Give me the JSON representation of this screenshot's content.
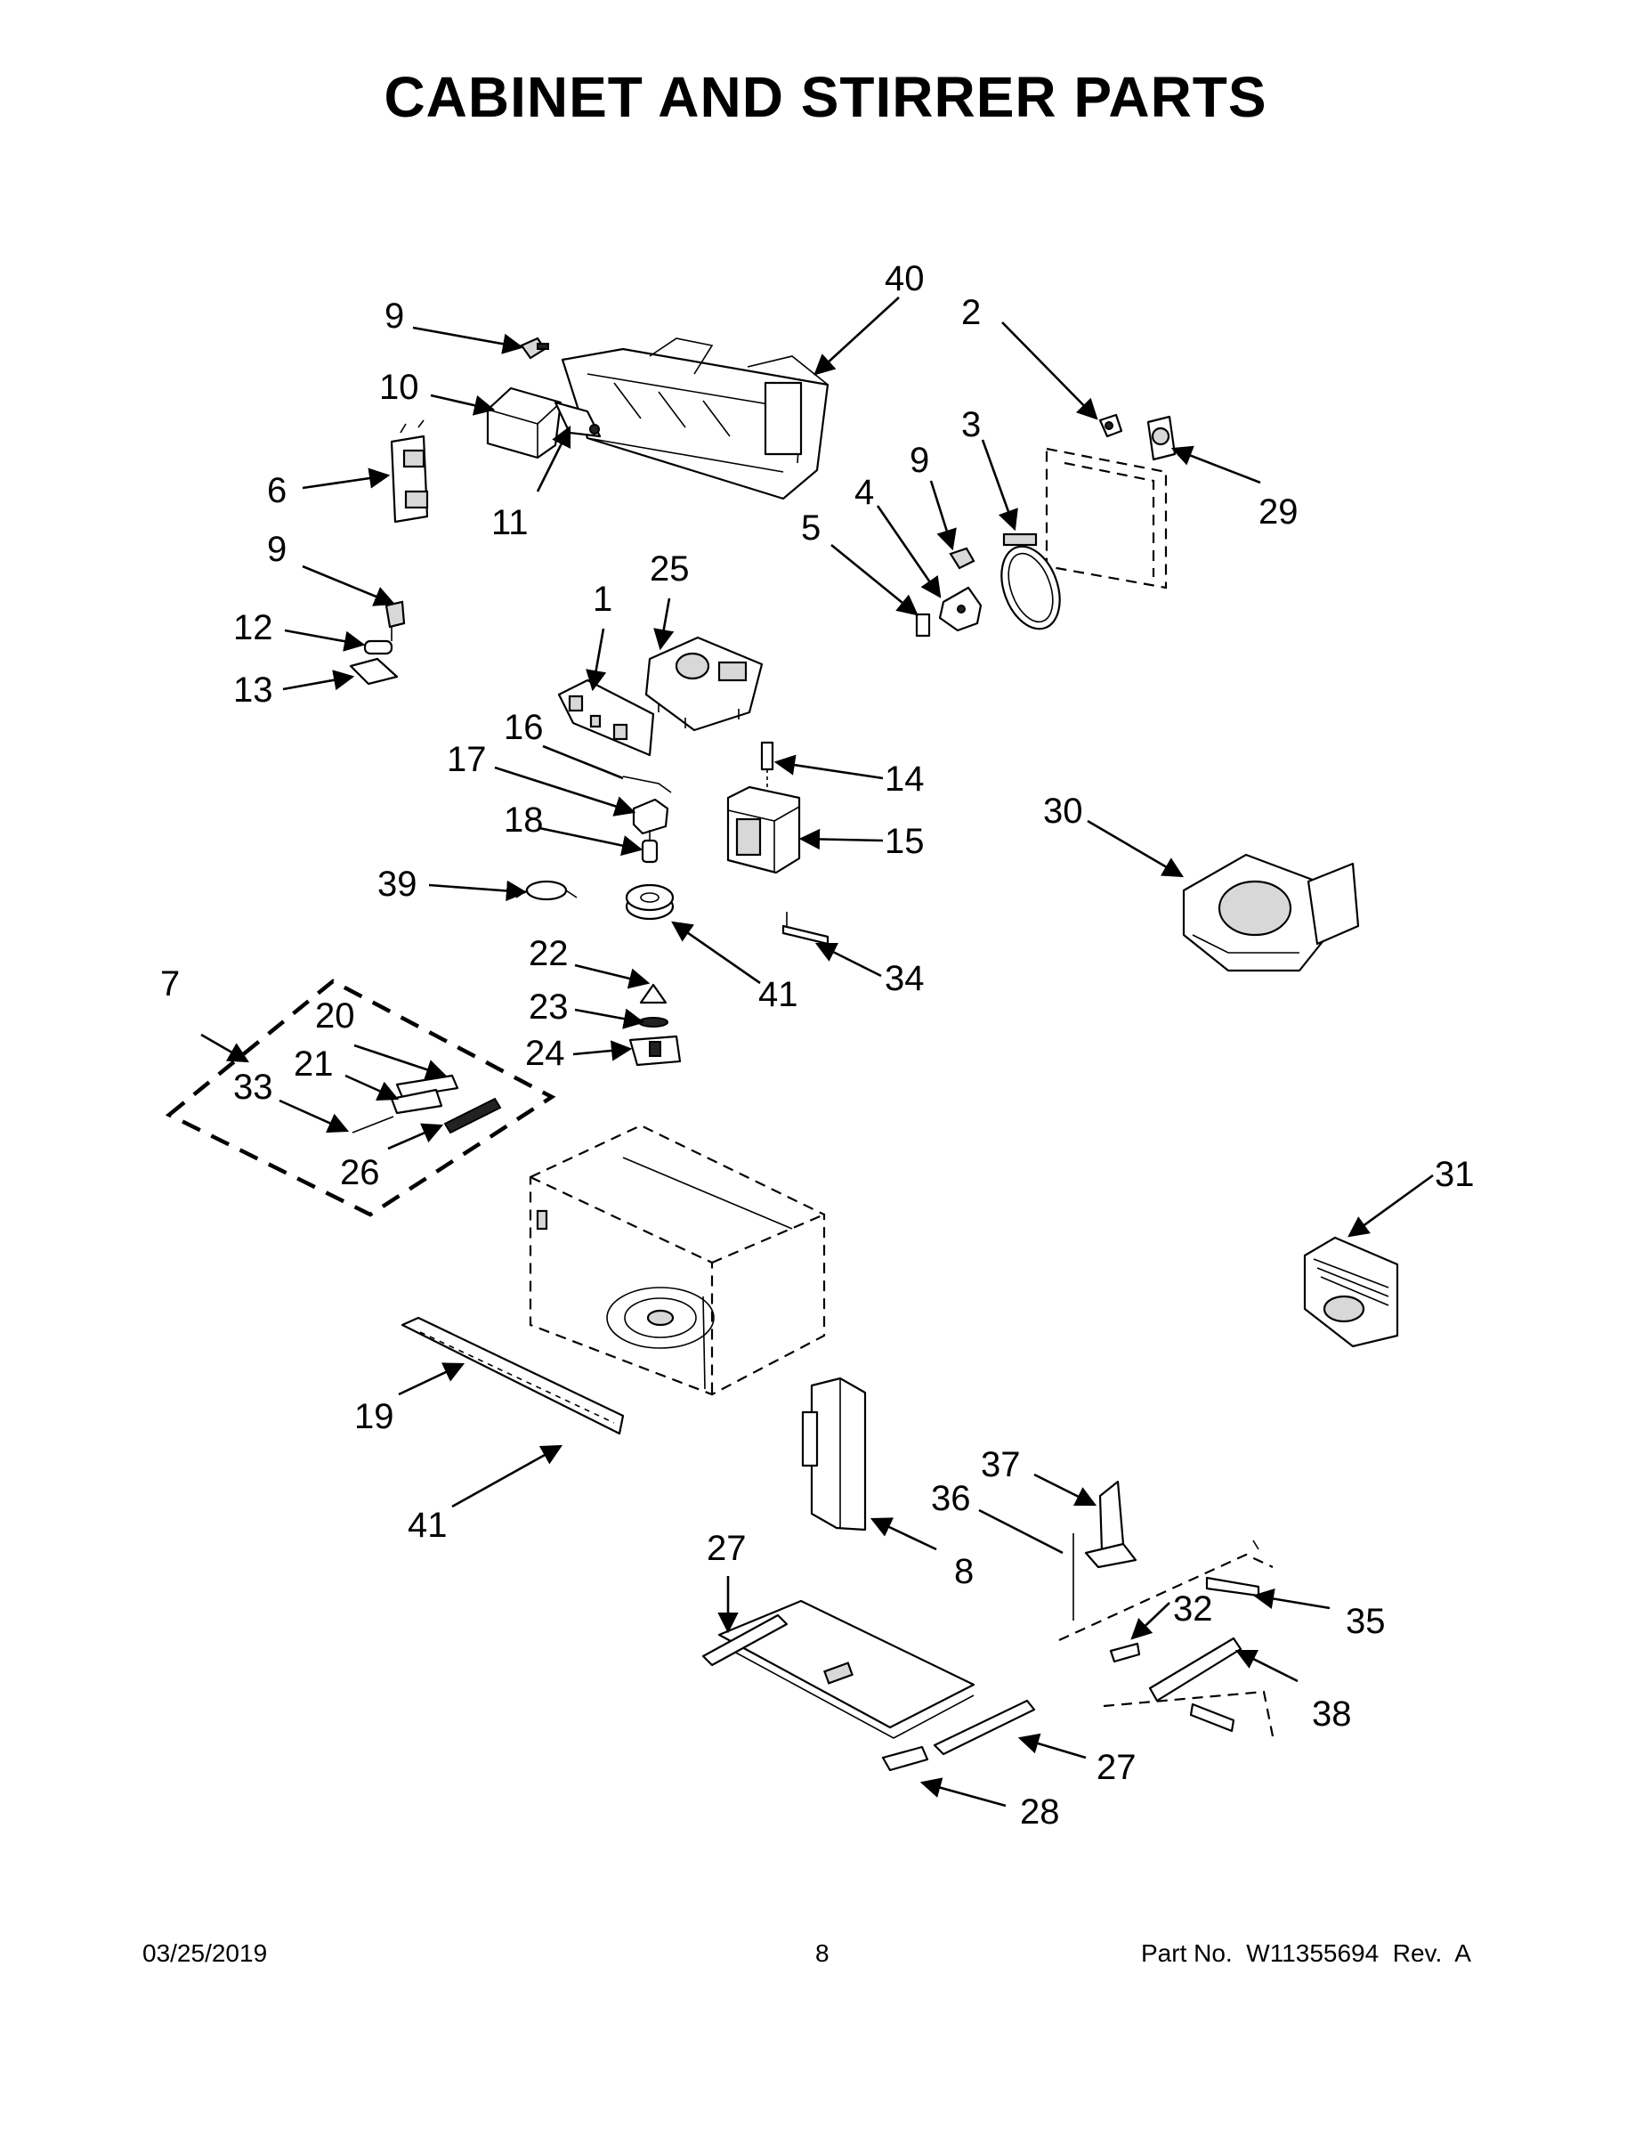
{
  "title": "CABINET AND STIRRER PARTS",
  "callouts": {
    "p40": "40",
    "p9a": "9",
    "p10": "10",
    "p11": "11",
    "p6": "6",
    "p2": "2",
    "p3": "3",
    "p29": "29",
    "p9b": "9",
    "p4": "4",
    "p5": "5",
    "p9c": "9",
    "p12": "12",
    "p13": "13",
    "p1": "1",
    "p25": "25",
    "p16": "16",
    "p17": "17",
    "p18": "18",
    "p14": "14",
    "p15": "15",
    "p30": "30",
    "p39": "39",
    "p41a": "41",
    "p34": "34",
    "p7": "7",
    "p22": "22",
    "p23": "23",
    "p24": "24",
    "p20": "20",
    "p21": "21",
    "p33": "33",
    "p26": "26",
    "p31": "31",
    "p19": "19",
    "p41b": "41",
    "p37": "37",
    "p36": "36",
    "p27a": "27",
    "p8": "8",
    "p32": "32",
    "p35": "35",
    "p38": "38",
    "p27b": "27",
    "p28": "28"
  },
  "footer": {
    "date": "03/25/2019",
    "page": "8",
    "part_no": "Part No.  W11355694  Rev.  A"
  }
}
